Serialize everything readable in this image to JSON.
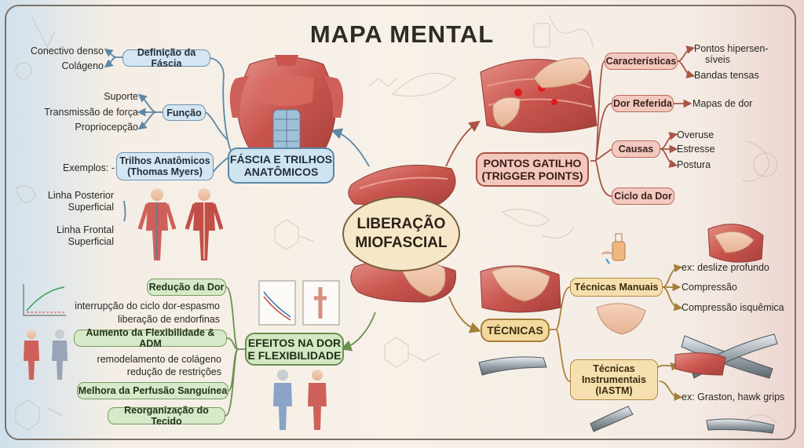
{
  "title": "MAPA MENTAL",
  "center": {
    "line1": "LIBERAÇÃO",
    "line2": "MIOFASCIAL"
  },
  "colors": {
    "blue": "#5d87a6",
    "red": "#a95446",
    "green": "#6a8f50",
    "tan": "#a5803a"
  },
  "fascia": {
    "main": {
      "line1": "FÁSCIA E TRILHOS",
      "line2": "ANATÔMICOS"
    },
    "definicao": {
      "label": "Definição da Fáscia",
      "items": [
        "Conectivo denso",
        "Colágeno"
      ]
    },
    "funcao": {
      "label": "Função",
      "items": [
        "Suporte",
        "Transmissão de força",
        "Propriocepção"
      ]
    },
    "trilhos": {
      "line1": "Trilhos Anatômicos",
      "line2": "(Thomas Myers)",
      "prefix": "Exemplos: -",
      "items": [
        {
          "line1": "Linha Posterior",
          "line2": "Superficial"
        },
        {
          "line1": "Linha Frontal",
          "line2": "Superficial"
        }
      ]
    }
  },
  "pontos": {
    "main": {
      "line1": "PONTOS GATILHO",
      "line2": "(TRIGGER POINTS)"
    },
    "caracteristicas": {
      "label": "Características",
      "items": [
        "Pontos hipersen-",
        "síveis",
        "Bandas tensas"
      ]
    },
    "dor_referida": {
      "label": "Dor Referida",
      "items": [
        "Mapas de dor"
      ]
    },
    "causas": {
      "label": "Causas",
      "items": [
        "Overuse",
        "Estresse",
        "Postura"
      ]
    },
    "ciclo": {
      "label": "Ciclo da Dor"
    }
  },
  "efeitos": {
    "main": {
      "line1": "EFEITOS NA DOR",
      "line2": "E FLEXIBILIDADE"
    },
    "reducao": {
      "label": "Redução da Dor",
      "items": [
        "interrupção do ciclo dor-espasmo",
        "liberação de endorfinas"
      ]
    },
    "aumento": {
      "label": "Aumento da Flexibilidade & ADM",
      "items": [
        "remodelamento de colágeno",
        "redução de restrições"
      ]
    },
    "perfusao": {
      "label": "Melhora da Perfusão Sanguínea"
    },
    "reorganizacao": {
      "label": "Reorganização do Tecido"
    }
  },
  "tecnicas": {
    "main": "TÉCNICAS",
    "manuais": {
      "label": "Técnicas Manuais",
      "items": [
        "ex: deslize profundo",
        "Compressão",
        "Compressão isquêmica"
      ]
    },
    "instrumentais": {
      "line1": "Técnicas",
      "line2": "Instrumentais",
      "line3": "(IASTM)",
      "items": [
        "ex: Graston, hawk grips"
      ]
    }
  }
}
